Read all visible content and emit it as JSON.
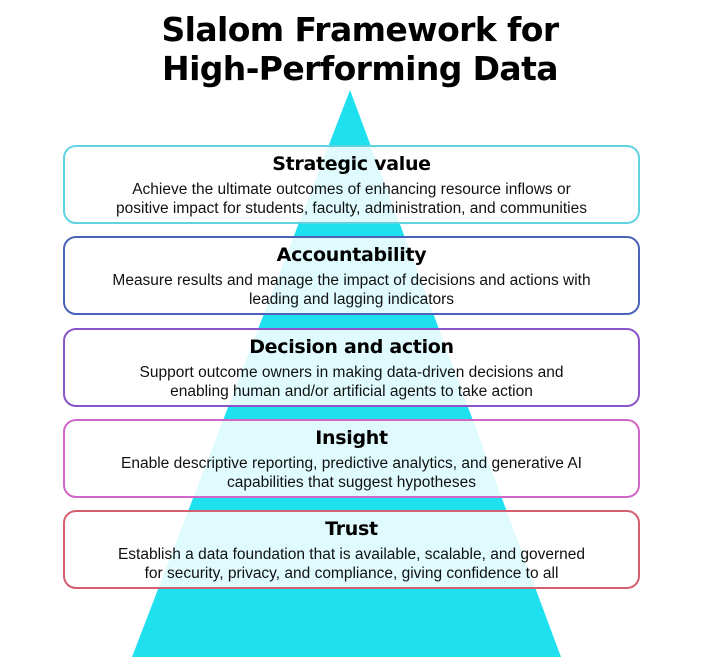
{
  "title": {
    "line1": "Slalom Framework for",
    "line2": "High-Performing Data"
  },
  "pyramid": {
    "color": "#1ee0ef",
    "apex": [
      350,
      90
    ],
    "base_left": [
      132,
      657
    ],
    "base_right": [
      561,
      657
    ]
  },
  "layers": [
    {
      "heading": "Strategic value",
      "line1": "Achieve the ultimate outcomes of enhancing resource inflows or",
      "line2": "positive impact for students, faculty, administration, and communities",
      "border_color": "#5fd3e0"
    },
    {
      "heading": "Accountability",
      "line1": "Measure results and manage the impact of decisions and actions with",
      "line2": "leading and lagging indicators",
      "border_color": "#4a63b8"
    },
    {
      "heading": "Decision and action",
      "line1": "Support outcome owners in making data-driven decisions and",
      "line2": "enabling human and/or artificial agents to take action",
      "border_color": "#8a55c8"
    },
    {
      "heading": "Insight",
      "line1": "Enable descriptive reporting, predictive analytics, and generative AI",
      "line2": "capabilities that suggest hypotheses",
      "border_color": "#d066c8"
    },
    {
      "heading": "Trust",
      "line1": "Establish a data foundation that is available, scalable, and governed",
      "line2": "for security, privacy, and compliance, giving confidence to all",
      "border_color": "#d45f6e"
    }
  ]
}
